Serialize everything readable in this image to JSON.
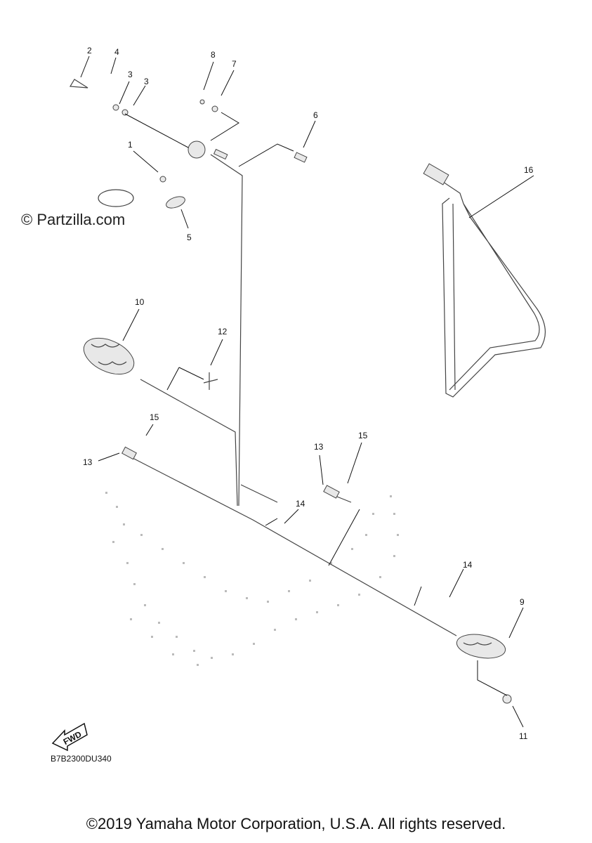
{
  "watermark": "© Partzilla.com",
  "diagram_code": "B7B2300DU340",
  "fwd_label": "FWD",
  "copyright": "©2019 Yamaha Motor Corporation, U.S.A. All rights reserved.",
  "callouts": {
    "c1": "1",
    "c2": "2",
    "c3a": "3",
    "c3b": "3",
    "c4": "4",
    "c5": "5",
    "c6": "6",
    "c7": "7",
    "c8": "8",
    "c9": "9",
    "c10": "10",
    "c11": "11",
    "c12": "12",
    "c13a": "13",
    "c13b": "13",
    "c14a": "14",
    "c14b": "14",
    "c15a": "15",
    "c15b": "15",
    "c16": "16"
  }
}
